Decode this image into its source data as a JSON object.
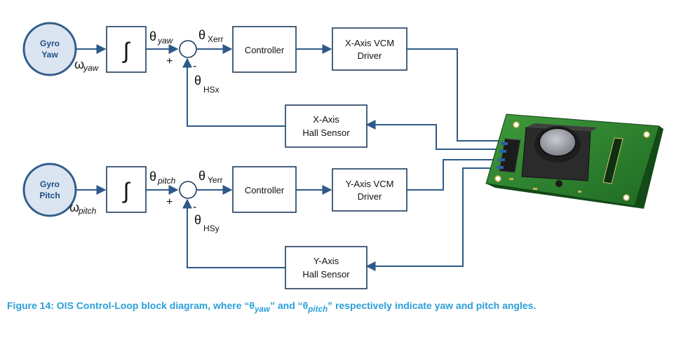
{
  "top_loop": {
    "gyro_line1": "Gyro",
    "gyro_line2": "Yaw",
    "integrator": "∫",
    "omega": "ω",
    "omega_sub": "yaw",
    "theta_in": "θ",
    "theta_in_sub": "yaw",
    "plus": "+",
    "minus": "-",
    "err_theta": "θ",
    "err_sub": "Xerr",
    "fb_theta": "θ",
    "fb_sub": "HSx",
    "controller": "Controller",
    "driver_line1": "X-Axis VCM",
    "driver_line2": "Driver",
    "sensor_line1": "X-Axis",
    "sensor_line2": "Hall Sensor"
  },
  "bottom_loop": {
    "gyro_line1": "Gyro",
    "gyro_line2": "Pitch",
    "integrator": "∫",
    "omega": "ω",
    "omega_sub": "pitch",
    "theta_in": "θ",
    "theta_in_sub": "pitch",
    "plus": "+",
    "minus": "-",
    "err_theta": "θ",
    "err_sub": "Yerr",
    "fb_theta": "θ",
    "fb_sub": "HSy",
    "controller": "Controller",
    "driver_line1": "Y-Axis VCM",
    "driver_line2": "Driver",
    "sensor_line1": "Y-Axis",
    "sensor_line2": "Hall Sensor"
  },
  "caption": {
    "prefix": "Figure 14: OIS Control-Loop block diagram, where “θ",
    "sub1": "yaw",
    "middle": "” and “θ",
    "sub2": "pitch",
    "suffix": "” respectively indicate yaw and pitch angles."
  },
  "colors": {
    "wire": "#2d5a89",
    "gyro_fill": "#dbe5f1",
    "caption": "#2a9fd8",
    "pcb": "#2e7d32"
  }
}
